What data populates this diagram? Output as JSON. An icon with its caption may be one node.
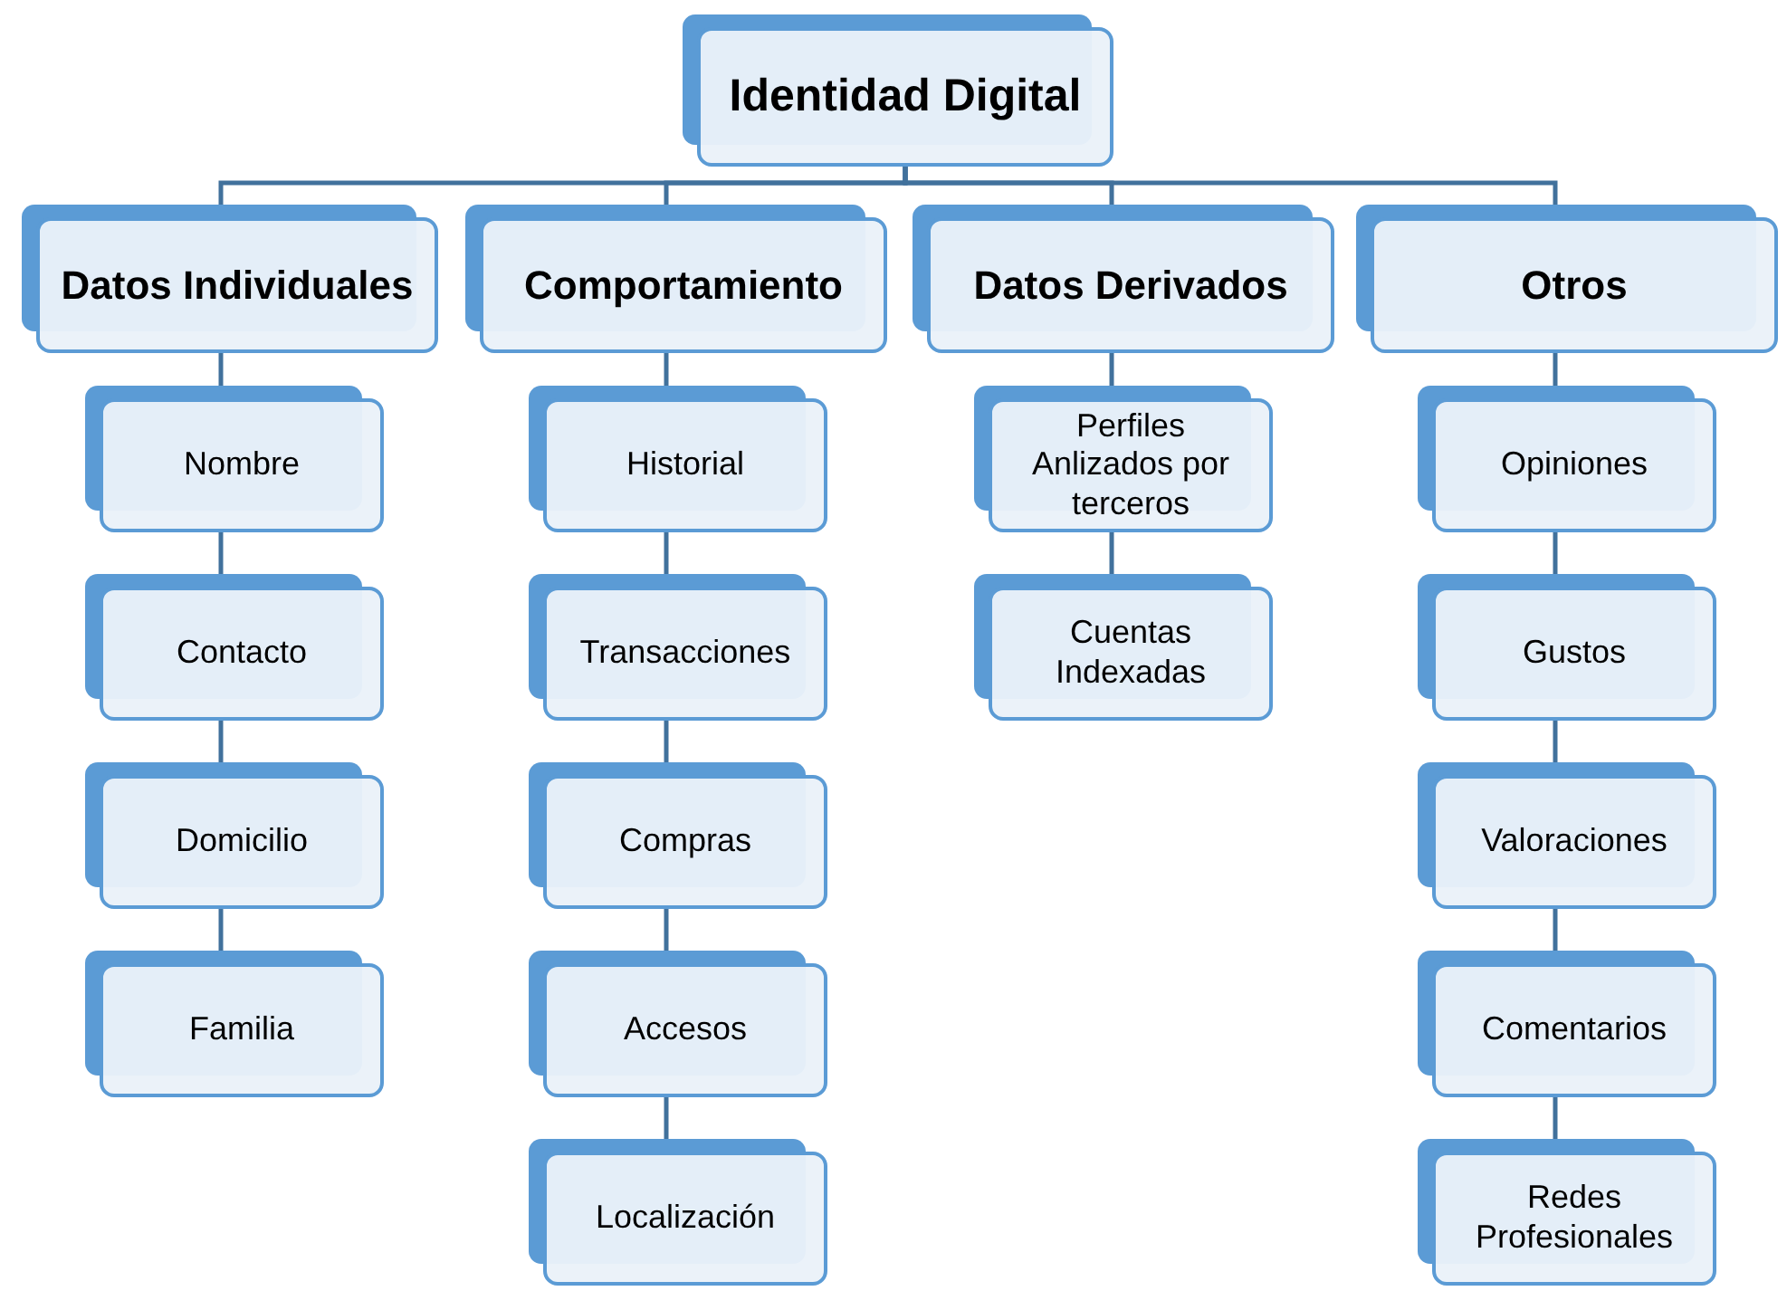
{
  "diagram": {
    "nodes": [
      {
        "text": [
          "Identidad Digital"
        ]
      },
      {
        "text": [
          "Datos Individuales"
        ]
      },
      {
        "text": [
          "Comportamiento"
        ]
      },
      {
        "text": [
          "Datos Derivados"
        ]
      },
      {
        "text": [
          "Otros"
        ]
      },
      {
        "text": [
          "Nombre"
        ]
      },
      {
        "text": [
          "Contacto"
        ]
      },
      {
        "text": [
          "Domicilio"
        ]
      },
      {
        "text": [
          "Familia"
        ]
      },
      {
        "text": [
          "Historial"
        ]
      },
      {
        "text": [
          "Transacciones"
        ]
      },
      {
        "text": [
          "Compras"
        ]
      },
      {
        "text": [
          "Accesos"
        ]
      },
      {
        "text": [
          "Localización"
        ]
      },
      {
        "text": [
          "Perfiles Anlizados por terceros"
        ]
      },
      {
        "text": [
          "Cuentas Indexadas"
        ]
      },
      {
        "text": [
          "Opiniones"
        ]
      },
      {
        "text": [
          "Gustos"
        ]
      },
      {
        "text": [
          "Valoraciones"
        ]
      },
      {
        "text": [
          "Comentarios"
        ]
      },
      {
        "text": [
          "Redes Profesionales"
        ]
      }
    ],
    "edges": [
      {
        "from": 0,
        "to": 1,
        "arrow": "none"
      },
      {
        "from": 0,
        "to": 2,
        "arrow": "none"
      },
      {
        "from": 0,
        "to": 3,
        "arrow": "none"
      },
      {
        "from": 0,
        "to": 4,
        "arrow": "none"
      },
      {
        "from": 1,
        "to": 5,
        "arrow": "none"
      },
      {
        "from": 5,
        "to": 6,
        "arrow": "none"
      },
      {
        "from": 6,
        "to": 7,
        "arrow": "none"
      },
      {
        "from": 7,
        "to": 8,
        "arrow": "none"
      },
      {
        "from": 2,
        "to": 9,
        "arrow": "none"
      },
      {
        "from": 9,
        "to": 10,
        "arrow": "none"
      },
      {
        "from": 10,
        "to": 11,
        "arrow": "none"
      },
      {
        "from": 11,
        "to": 12,
        "arrow": "none"
      },
      {
        "from": 12,
        "to": 13,
        "arrow": "none"
      },
      {
        "from": 3,
        "to": 14,
        "arrow": "none"
      },
      {
        "from": 14,
        "to": 15,
        "arrow": "none"
      },
      {
        "from": 4,
        "to": 16,
        "arrow": "none"
      },
      {
        "from": 16,
        "to": 17,
        "arrow": "none"
      },
      {
        "from": 17,
        "to": 18,
        "arrow": "none"
      },
      {
        "from": 18,
        "to": 19,
        "arrow": "none"
      },
      {
        "from": 19,
        "to": 20,
        "arrow": "none"
      }
    ]
  }
}
